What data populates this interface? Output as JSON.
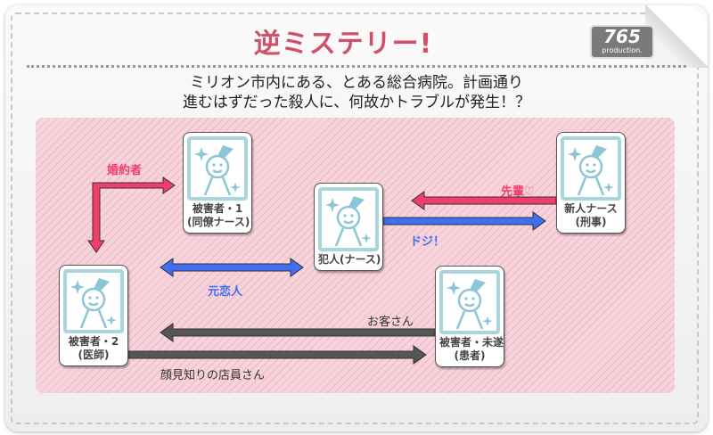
{
  "header": {
    "title": "逆ミステリー!",
    "logo_number": "765",
    "logo_text": "production."
  },
  "lead": [
    "ミリオン市内にある、とある総合病院。計画通り",
    "進むはずだった殺人に、何故かトラブルが発生！？"
  ],
  "characters": {
    "victim1": [
      "被害者・1",
      "(同僚ナース)"
    ],
    "culprit": [
      "犯人(ナース)"
    ],
    "newbie": [
      "新人ナース",
      "(刑事)"
    ],
    "victim2": [
      "被害者・2",
      "(医師)"
    ],
    "patient": [
      "被害者・未遂",
      "(患者)"
    ]
  },
  "relations": {
    "fiance": "婚約者",
    "senior": "先輩♡",
    "clumsy": "ドジ！",
    "ex_lover": "元恋人",
    "customer": "お客さん",
    "clerk": "顔見知りの店員さん"
  },
  "colors": {
    "title": "#d0506a",
    "red": "#ef3e6b",
    "blue": "#3f6ff0",
    "gray": "#555555",
    "frame": "#a9d6dc"
  }
}
